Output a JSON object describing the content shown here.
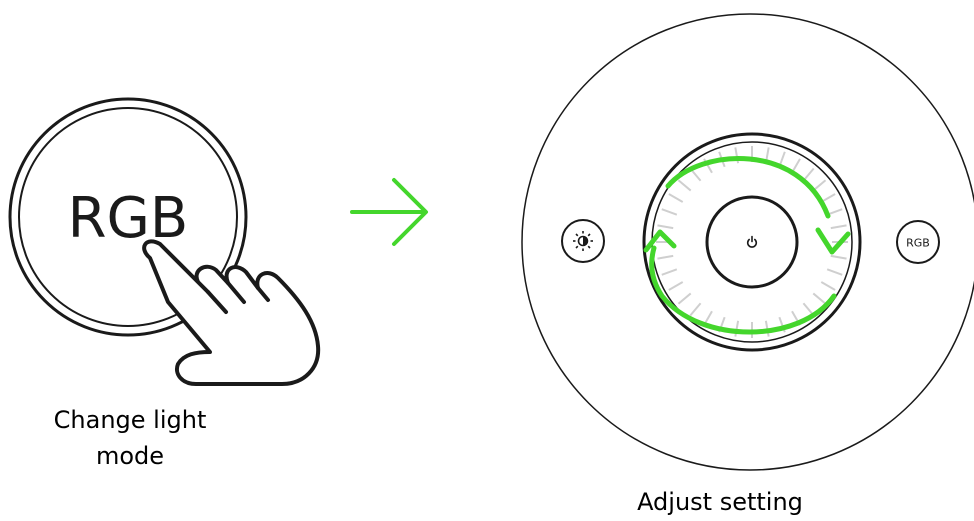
{
  "left_step": {
    "button_label": "RGB",
    "caption_line1": "Change light",
    "caption_line2": "mode"
  },
  "right_step": {
    "rgb_button_label": "RGB",
    "caption": "Adjust setting"
  },
  "icons": {
    "brightness": "brightness-icon",
    "power": "power-icon",
    "hand": "pointing-hand-icon",
    "arrow": "arrow-right-icon",
    "rotate": "rotate-clockwise-icon"
  },
  "colors": {
    "accent_green": "#44D62C",
    "outline": "#1a1a1a",
    "tick_grey": "#cfcfcf"
  }
}
